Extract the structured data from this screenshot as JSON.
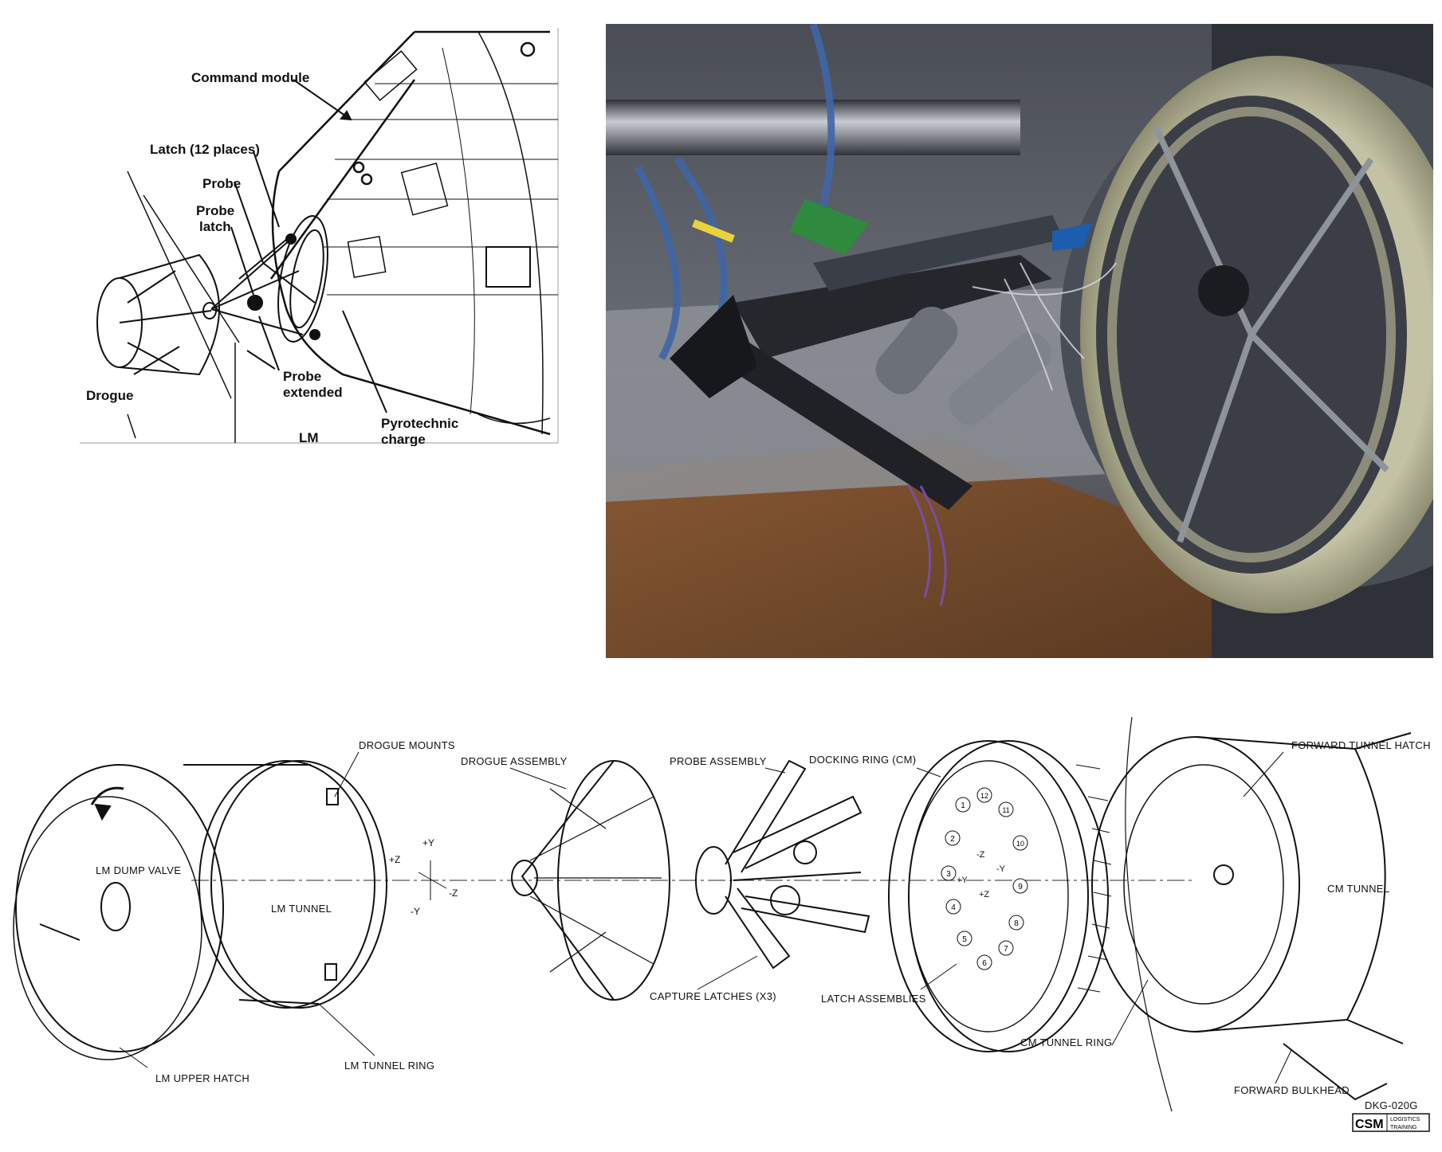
{
  "top_diagram": {
    "labels": {
      "command_module": "Command module",
      "latch": "Latch (12 places)",
      "probe": "Probe",
      "probe_latch_1": "Probe",
      "probe_latch_2": "latch",
      "drogue": "Drogue",
      "probe_extended_1": "Probe",
      "probe_extended_2": "extended",
      "lm": "LM",
      "pyro_1": "Pyrotechnic",
      "pyro_2": "charge"
    }
  },
  "photo": {
    "colors": {
      "ring": "#b9b79a",
      "background": "#3a3d44",
      "floor": "#7a4a2a",
      "metal": "#5b6068"
    }
  },
  "bottom_diagram": {
    "labels": {
      "drogue_mounts": "DROGUE MOUNTS",
      "drogue_assembly": "DROGUE ASSEMBLY",
      "probe_assembly": "PROBE ASSEMBLY",
      "docking_ring": "DOCKING RING (CM)",
      "forward_tunnel_hatch": "FORWARD TUNNEL HATCH",
      "lm_dump_valve": "LM DUMP VALVE",
      "lm_tunnel": "LM TUNNEL",
      "cm_tunnel": "CM TUNNEL",
      "capture_latches": "CAPTURE LATCHES (X3)",
      "latch_assemblies": "LATCH ASSEMBLIES",
      "lm_upper_hatch": "LM UPPER HATCH",
      "lm_tunnel_ring": "LM TUNNEL RING",
      "cm_tunnel_ring": "CM TUNNEL RING",
      "forward_bulkhead": "FORWARD BULKHEAD",
      "drawing_id": "DKG-020G",
      "logo_main": "CSM",
      "logo_sub_1": "LOGISTICS",
      "logo_sub_2": "TRAINING"
    },
    "axes_left": {
      "pz": "+Z",
      "py": "+Y",
      "ny": "-Y",
      "nz": "-Z"
    },
    "axes_right": {
      "nz": "-Z",
      "ny": "-Y",
      "py": "+Y",
      "pz": "+Z"
    },
    "latch_numbers": [
      "1",
      "2",
      "3",
      "4",
      "5",
      "6",
      "7",
      "8",
      "9",
      "10",
      "11",
      "12"
    ]
  }
}
